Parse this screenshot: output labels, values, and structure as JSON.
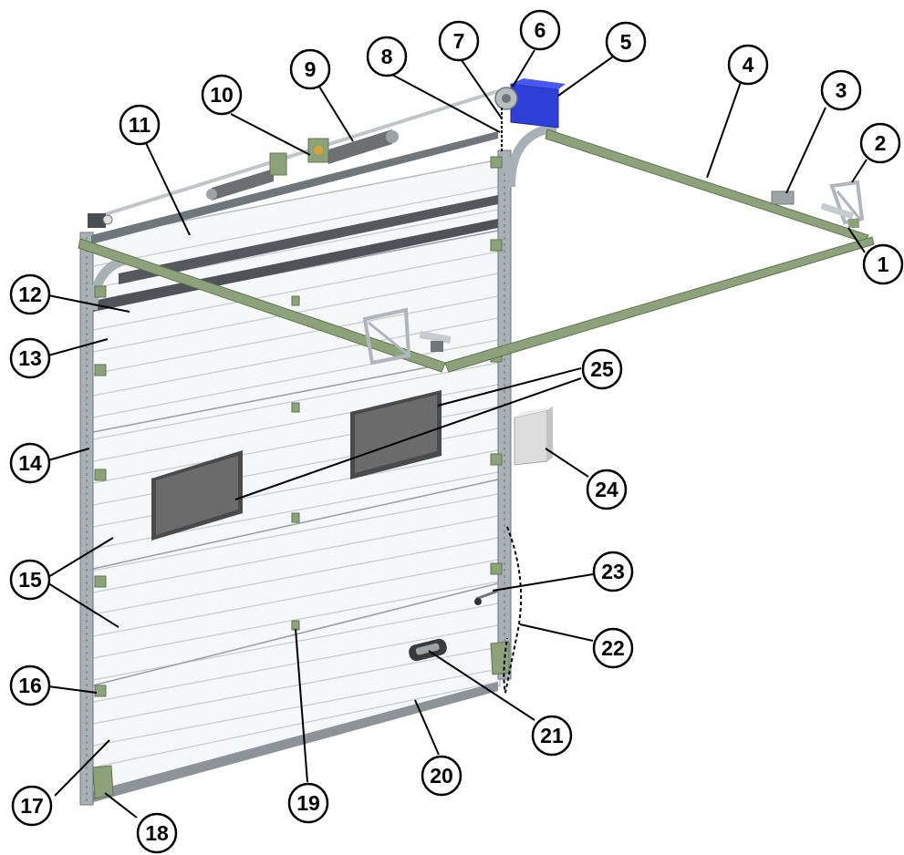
{
  "callouts": [
    {
      "id": "1",
      "label": "1"
    },
    {
      "id": "2",
      "label": "2"
    },
    {
      "id": "3",
      "label": "3"
    },
    {
      "id": "4",
      "label": "4"
    },
    {
      "id": "5",
      "label": "5"
    },
    {
      "id": "6",
      "label": "6"
    },
    {
      "id": "7",
      "label": "7"
    },
    {
      "id": "8",
      "label": "8"
    },
    {
      "id": "9",
      "label": "9"
    },
    {
      "id": "10",
      "label": "10"
    },
    {
      "id": "11",
      "label": "11"
    },
    {
      "id": "12",
      "label": "12"
    },
    {
      "id": "13",
      "label": "13"
    },
    {
      "id": "14",
      "label": "14"
    },
    {
      "id": "15",
      "label": "15"
    },
    {
      "id": "16",
      "label": "16"
    },
    {
      "id": "17",
      "label": "17"
    },
    {
      "id": "18",
      "label": "18"
    },
    {
      "id": "19",
      "label": "19"
    },
    {
      "id": "20",
      "label": "20"
    },
    {
      "id": "21",
      "label": "21"
    },
    {
      "id": "22",
      "label": "22"
    },
    {
      "id": "23",
      "label": "23"
    },
    {
      "id": "24",
      "label": "24"
    },
    {
      "id": "25",
      "label": "25"
    }
  ],
  "colors": {
    "rail": "#8da27a",
    "rail_dark": "#5f7550",
    "steel": "#a9b0b6",
    "steel_dark": "#6f767c",
    "panel": "#f6f7f8",
    "panel_line": "#c9cdd1",
    "window": "#6b6b6b",
    "window_frame": "#4a4a4a",
    "motor_blue": "#2e3fd8",
    "spring": "#6d6f73",
    "control_box": "#dcdcdc"
  }
}
